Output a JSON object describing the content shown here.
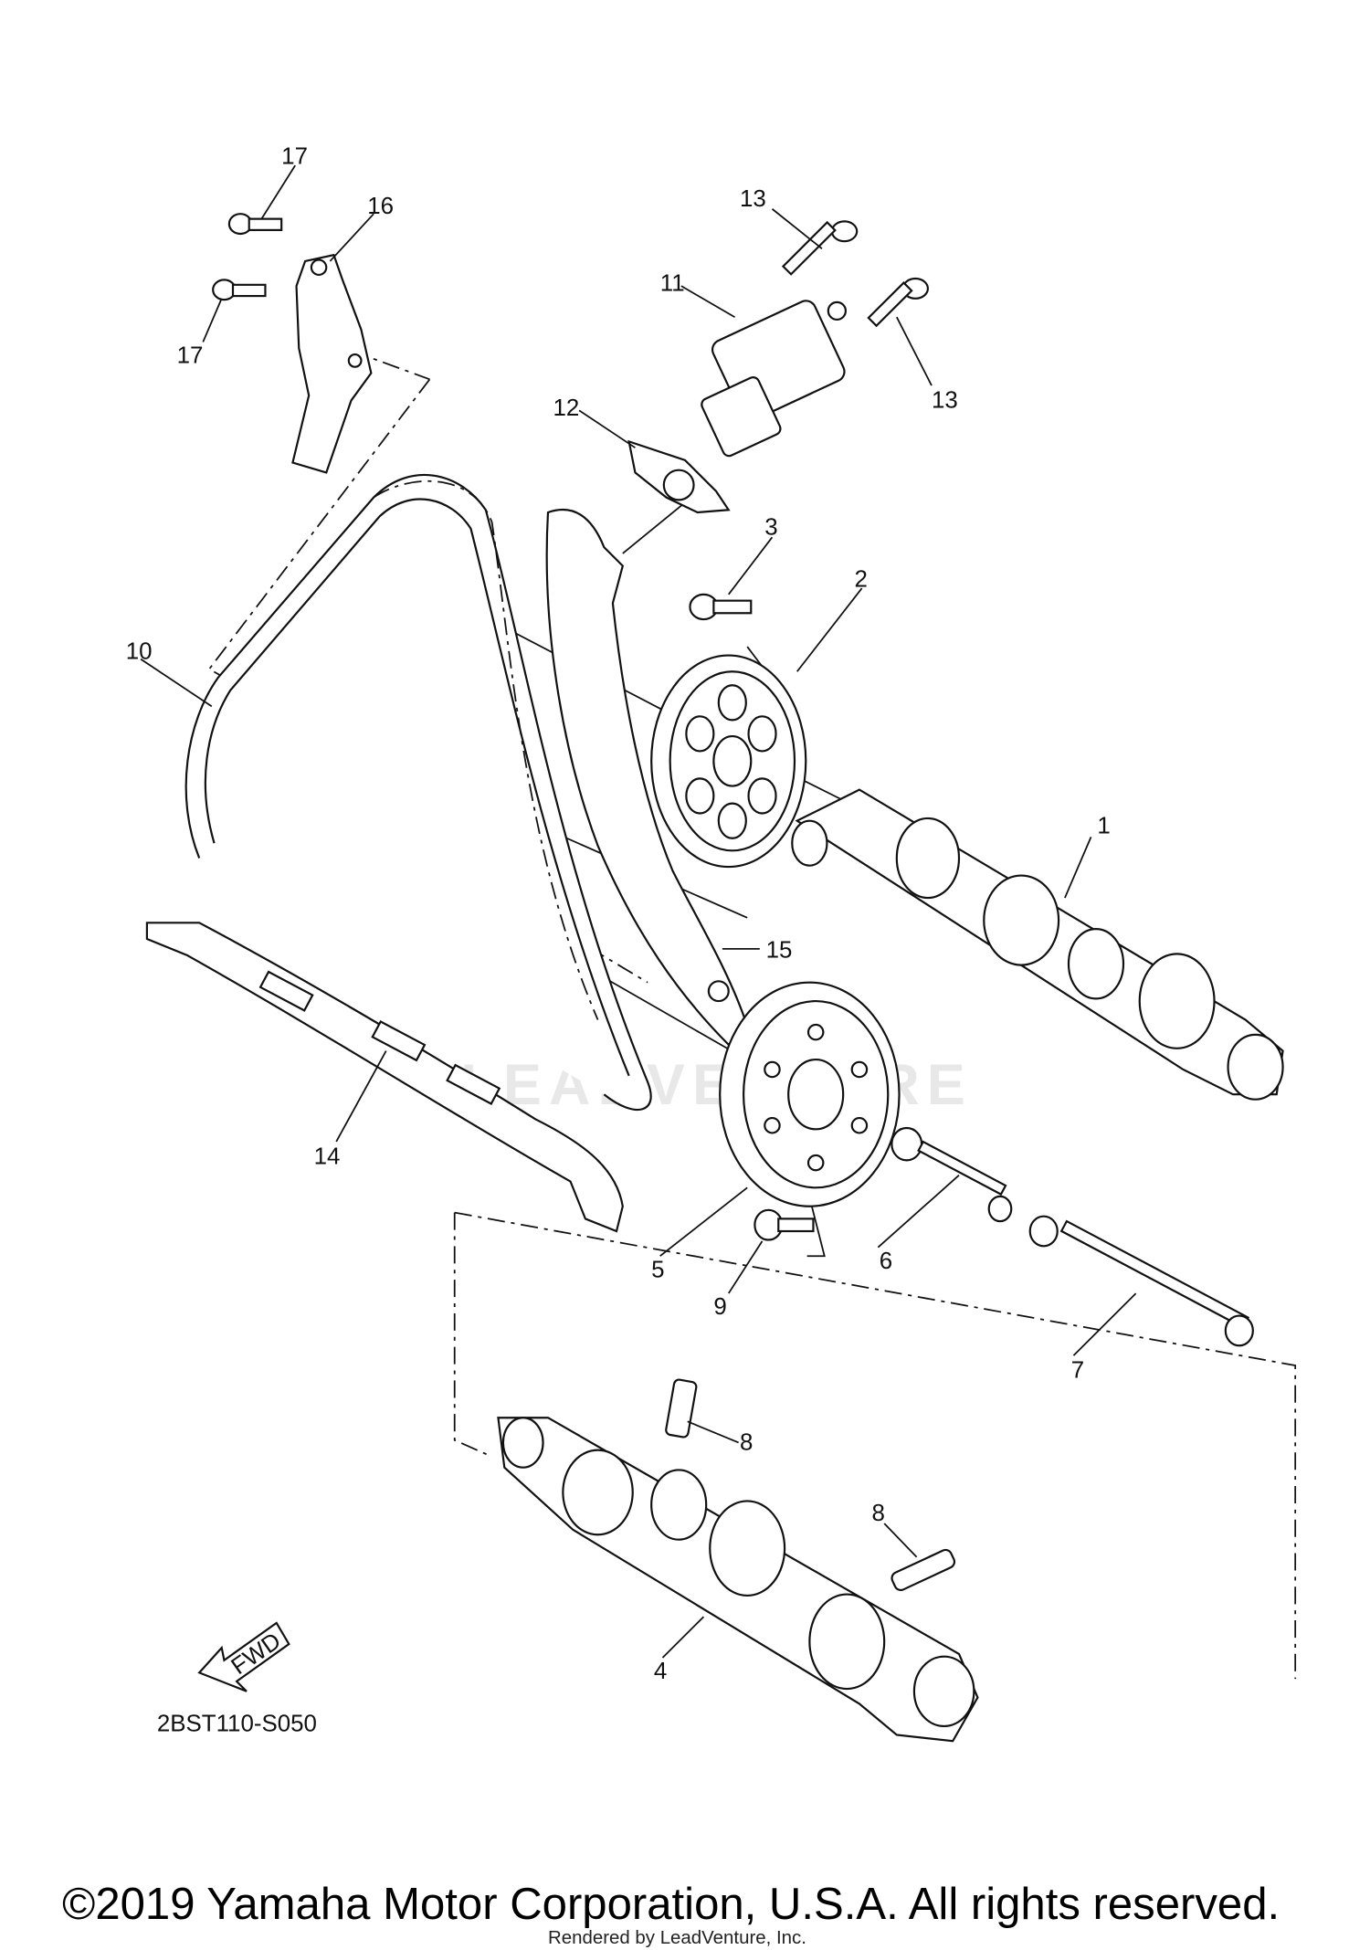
{
  "diagram": {
    "callouts": [
      {
        "id": "1",
        "label": "1"
      },
      {
        "id": "2",
        "label": "2"
      },
      {
        "id": "3",
        "label": "3"
      },
      {
        "id": "4",
        "label": "4"
      },
      {
        "id": "5",
        "label": "5"
      },
      {
        "id": "6",
        "label": "6"
      },
      {
        "id": "7",
        "label": "7"
      },
      {
        "id": "8a",
        "label": "8"
      },
      {
        "id": "8b",
        "label": "8"
      },
      {
        "id": "9",
        "label": "9"
      },
      {
        "id": "10",
        "label": "10"
      },
      {
        "id": "11",
        "label": "11"
      },
      {
        "id": "12",
        "label": "12"
      },
      {
        "id": "13a",
        "label": "13"
      },
      {
        "id": "13b",
        "label": "13"
      },
      {
        "id": "14",
        "label": "14"
      },
      {
        "id": "15",
        "label": "15"
      },
      {
        "id": "16",
        "label": "16"
      },
      {
        "id": "17a",
        "label": "17"
      },
      {
        "id": "17b",
        "label": "17"
      }
    ],
    "fwd_label": "FWD",
    "ref_code": "2BST110-S050",
    "watermark": "LEADVENTURE"
  },
  "footer": {
    "copyright": "©2019 Yamaha Motor Corporation, U.S.A. All rights reserved.",
    "rendered_by": "Rendered by LeadVenture, Inc."
  }
}
